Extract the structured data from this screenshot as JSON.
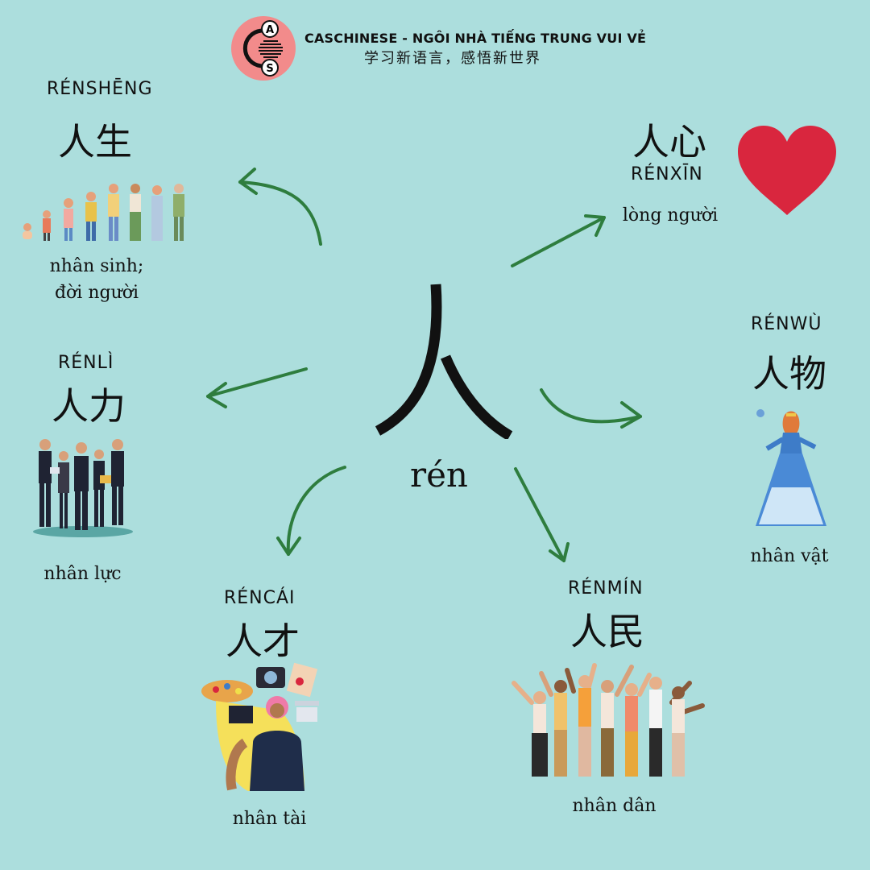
{
  "header": {
    "brand": "CASCHINESE - NGÔI NHÀ TIẾNG TRUNG VUI VẺ",
    "slogan": "学习新语言，感悟新世界",
    "logo_letters": [
      "A",
      "S"
    ]
  },
  "center": {
    "character": "人",
    "pinyin": "rén"
  },
  "words": {
    "rensheng": {
      "pinyin": "RÉNSHĒNG",
      "hanzi": "人生",
      "meaning_1": "nhân sinh;",
      "meaning_2": "đời người"
    },
    "renxin": {
      "pinyin": "RÉNXĪN",
      "hanzi": "人心",
      "meaning": "lòng người"
    },
    "renwu": {
      "pinyin": "RÉNWÙ",
      "hanzi": "人物",
      "meaning": "nhân vật"
    },
    "renli": {
      "pinyin": "RÉNLÌ",
      "hanzi": "人力",
      "meaning": "nhân lực"
    },
    "rencai": {
      "pinyin": "RÉNCÁI",
      "hanzi": "人才",
      "meaning": "nhân tài"
    },
    "renmin": {
      "pinyin": "RÉNMÍN",
      "hanzi": "人民",
      "meaning": "nhân dân"
    }
  },
  "colors": {
    "background": "#acdedd",
    "arrow": "#2e7d3e",
    "heart": "#d9263e",
    "logo": "#f28b8b"
  },
  "icons": [
    "caschinese-logo",
    "life-stages-illustration",
    "heart-icon",
    "princess-illustration",
    "business-team-illustration",
    "artist-illustration",
    "crowd-illustration"
  ]
}
